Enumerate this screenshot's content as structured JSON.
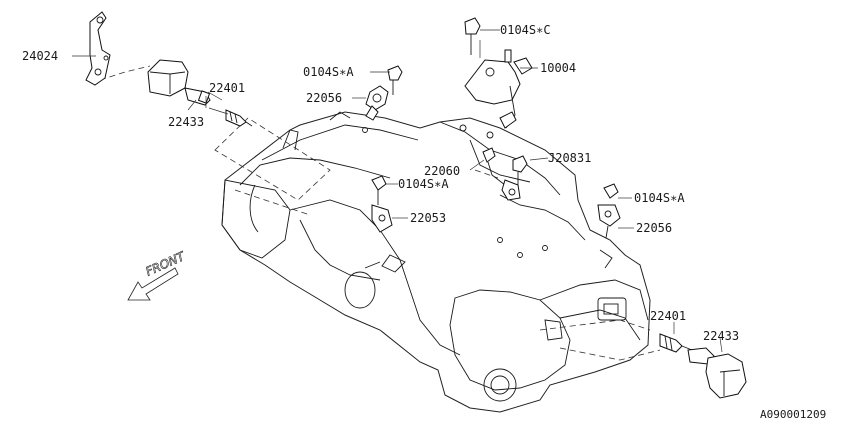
{
  "labels": {
    "p24024": "24024",
    "p22401_top": "22401",
    "p22433_top": "22433",
    "p0104S_A_top": "0104S∗A",
    "p22056_top": "22056",
    "p0104S_C": "0104S∗C",
    "p10004": "10004",
    "p22060": "22060",
    "pJ20831": "J20831",
    "p0104S_A_mid": "0104S∗A",
    "p22053": "22053",
    "p0104S_A_right": "0104S∗A",
    "p22056_right": "22056",
    "p22401_bottom": "22401",
    "p22433_bottom": "22433",
    "front": "FRONT",
    "diagram_id": "A090001209"
  }
}
